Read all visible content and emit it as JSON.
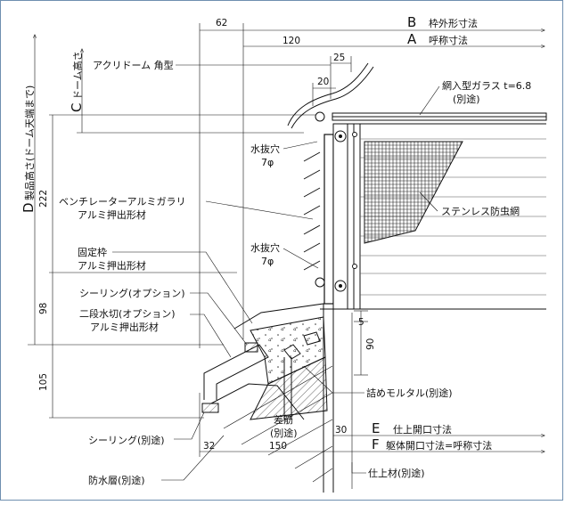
{
  "dims": {
    "d62": "62",
    "d120": "120",
    "d25": "25",
    "d20": "20",
    "d222": "222",
    "d98": "98",
    "d105": "105",
    "d5": "5",
    "d90": "90",
    "d30": "30",
    "d150": "150",
    "d32": "32"
  },
  "markers": {
    "B": {
      "letter": "B",
      "text": "枠外形寸法"
    },
    "A": {
      "letter": "A",
      "text": "呼称寸法"
    },
    "C": {
      "letter": "C",
      "text": "ドーム高さ"
    },
    "D": {
      "letter": "D",
      "text": "製品高さ(ドーム天端まで)"
    },
    "E": {
      "letter": "E",
      "text": "仕上開口寸法"
    },
    "F": {
      "letter": "F",
      "text": "躯体開口寸法=呼称寸法"
    }
  },
  "labels": {
    "acryl_dome": "アクリドーム 角型",
    "wired_glass_1": "網入型ガラス t=6.8",
    "wired_glass_2": "(別途)",
    "drain_hole_1a": "水抜穴",
    "drain_hole_1b": "7φ",
    "ventilator_1": "ベンチレーターアルミガラリ",
    "ventilator_2": "アルミ押出形材",
    "stainless_mesh": "ステンレス防虫網",
    "drain_hole_2a": "水抜穴",
    "drain_hole_2b": "7φ",
    "fixed_frame_1": "固定枠",
    "fixed_frame_2": "アルミ押出形材",
    "sealing_option": "シーリング(オプション)",
    "water_stop_1": "二段水切(オプション)",
    "water_stop_2": "アルミ押出形材",
    "mortar": "詰めモルタル(別途)",
    "rebar_1": "差筋",
    "rebar_2": "(別途)",
    "sealing_separate": "シーリング(別途)",
    "waterproof": "防水層(別途)",
    "finish": "仕上材(別途)"
  }
}
